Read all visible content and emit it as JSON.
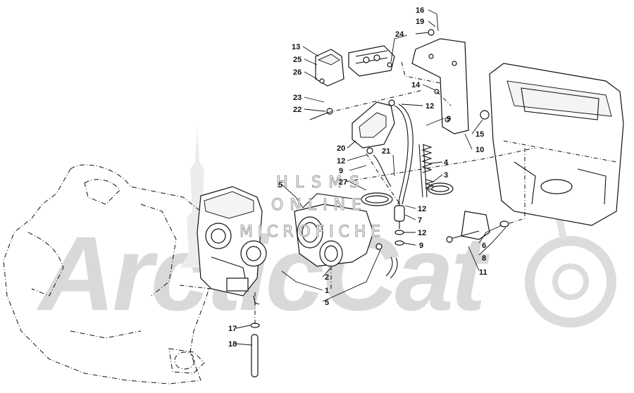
{
  "watermark": {
    "brand": "ArcticCat",
    "line1": "HLSMS",
    "line2": "ONLINE",
    "line3": "MICROFICHE"
  },
  "callouts": [
    {
      "id": "c16",
      "label": "16"
    },
    {
      "id": "c19",
      "label": "19"
    },
    {
      "id": "c24",
      "label": "24"
    },
    {
      "id": "c13",
      "label": "13"
    },
    {
      "id": "c25",
      "label": "25"
    },
    {
      "id": "c26",
      "label": "26"
    },
    {
      "id": "c14",
      "label": "14"
    },
    {
      "id": "c23",
      "label": "23"
    },
    {
      "id": "c22",
      "label": "22"
    },
    {
      "id": "c12a",
      "label": "12"
    },
    {
      "id": "c9a",
      "label": "9"
    },
    {
      "id": "c15",
      "label": "15"
    },
    {
      "id": "c10",
      "label": "10"
    },
    {
      "id": "c20",
      "label": "20"
    },
    {
      "id": "c12b",
      "label": "12"
    },
    {
      "id": "c21",
      "label": "21"
    },
    {
      "id": "c4",
      "label": "4"
    },
    {
      "id": "c9b",
      "label": "9"
    },
    {
      "id": "c27",
      "label": "27"
    },
    {
      "id": "c3",
      "label": "3"
    },
    {
      "id": "c5a",
      "label": "5"
    },
    {
      "id": "c12c",
      "label": "12"
    },
    {
      "id": "c7",
      "label": "7"
    },
    {
      "id": "c12d",
      "label": "12"
    },
    {
      "id": "c9c",
      "label": "9"
    },
    {
      "id": "c6",
      "label": "6"
    },
    {
      "id": "c8",
      "label": "8"
    },
    {
      "id": "c11",
      "label": "11"
    },
    {
      "id": "c2",
      "label": "2"
    },
    {
      "id": "c1",
      "label": "1"
    },
    {
      "id": "c5b",
      "label": "5"
    },
    {
      "id": "c17",
      "label": "17"
    },
    {
      "id": "c18",
      "label": "18"
    }
  ]
}
